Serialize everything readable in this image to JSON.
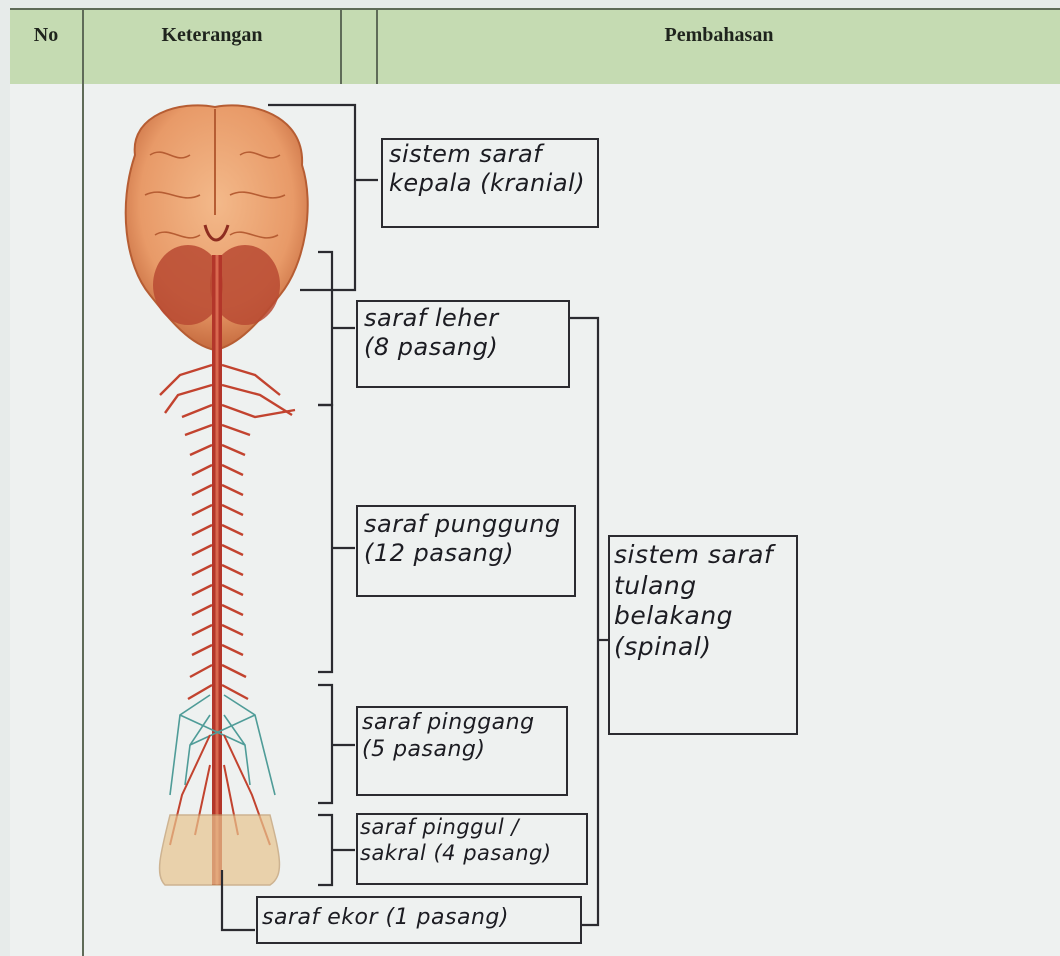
{
  "table": {
    "headers": {
      "no": "No",
      "keterangan": "Keterangan",
      "pembahasan": "Pembahasan"
    }
  },
  "diagram": {
    "image": "nervous-system-illustration",
    "labels": {
      "kranial": "sistem saraf\nkepala (kranial)",
      "leher": "saraf leher\n(8 pasang)",
      "punggung": "saraf punggung\n(12 pasang)",
      "pinggang": "saraf pinggang\n(5 pasang)",
      "pinggul": "saraf pinggul /\nsakral (4 pasang)",
      "ekor": "saraf ekor (1 pasang)",
      "spinal": "sistem saraf\ntulang\nbelakang\n(spinal)"
    }
  }
}
